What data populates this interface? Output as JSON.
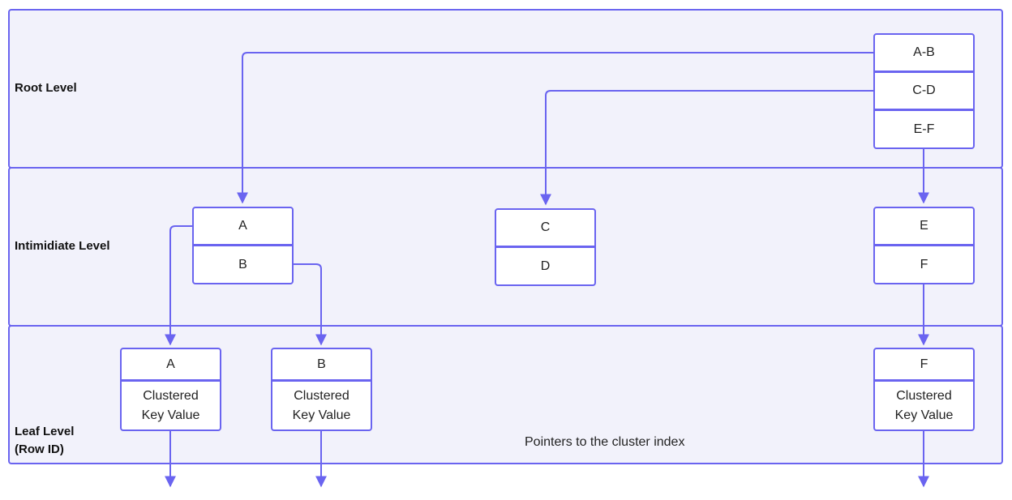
{
  "lanes": {
    "root": "Root Level",
    "intermediate": "Intimidiate Level",
    "leaf_line1": "Leaf Level",
    "leaf_line2": "(Row ID)"
  },
  "root_nodes": [
    "A-B",
    "C-D",
    "E-F"
  ],
  "intermediate_nodes": {
    "group1": [
      "A",
      "B"
    ],
    "group2": [
      "C",
      "D"
    ],
    "group3": [
      "E",
      "F"
    ]
  },
  "leaf_nodes": {
    "leaf_a": {
      "key": "A",
      "value_line1": "Clustered",
      "value_line2": "Key Value"
    },
    "leaf_b": {
      "key": "B",
      "value_line1": "Clustered",
      "value_line2": "Key Value"
    },
    "leaf_f": {
      "key": "F",
      "value_line1": "Clustered",
      "value_line2": "Key Value"
    }
  },
  "caption": "Pointers to the cluster index",
  "colors": {
    "accent": "#6a64f0",
    "lane_fill": "#f2f2fb"
  }
}
